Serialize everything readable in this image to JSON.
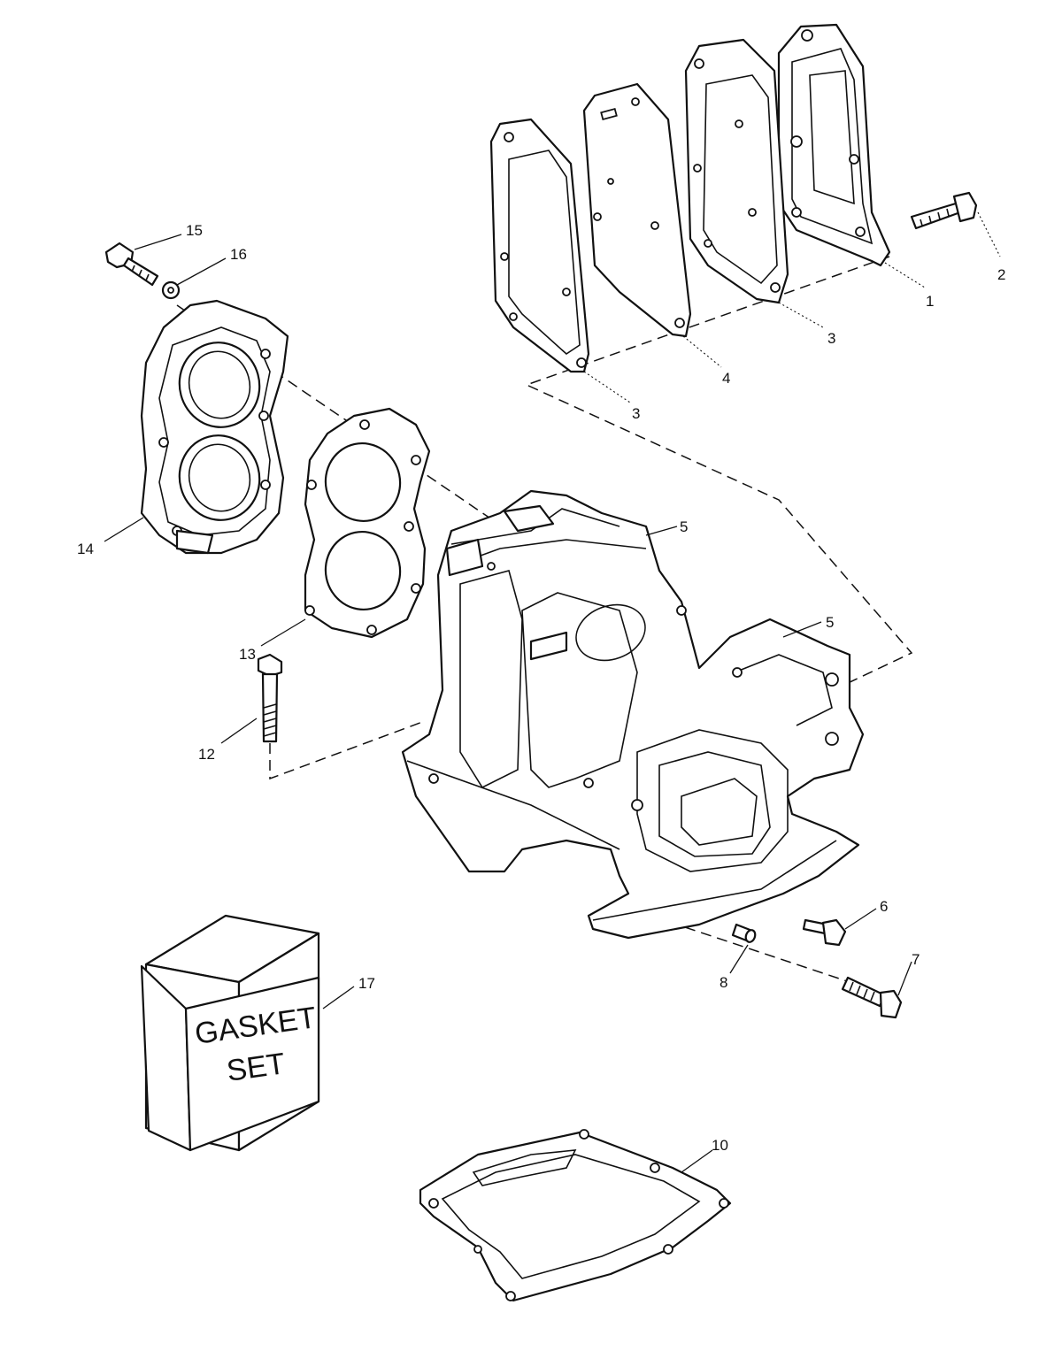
{
  "callouts": {
    "c1": "1",
    "c2": "2",
    "c3a": "3",
    "c3b": "3",
    "c4": "4",
    "c5a": "5",
    "c5b": "5",
    "c6": "6",
    "c7": "7",
    "c8": "8",
    "c10": "10",
    "c12": "12",
    "c13": "13",
    "c14": "14",
    "c15": "15",
    "c16": "16",
    "c17": "17"
  },
  "gasket_box": {
    "line1": "GASKET",
    "line2": "SET"
  }
}
